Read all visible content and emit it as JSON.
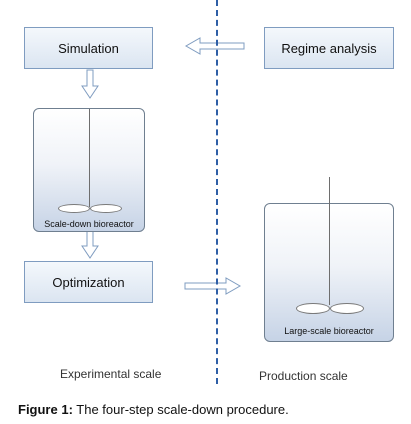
{
  "boxes": {
    "simulation": "Simulation",
    "regime_analysis": "Regime analysis",
    "optimization": "Optimization"
  },
  "vessels": {
    "scale_down": "Scale-down bioreactor",
    "large_scale": "Large-scale bioreactor"
  },
  "scales": {
    "experimental": "Experimental scale",
    "production": "Production scale"
  },
  "caption": {
    "label": "Figure 1:",
    "text": " The four-step scale-down procedure."
  },
  "colors": {
    "box_fill": "#dbe5f1",
    "box_border": "#7f9cc0",
    "divider": "#2e5ea6",
    "arrow": "#7f9cc0"
  }
}
